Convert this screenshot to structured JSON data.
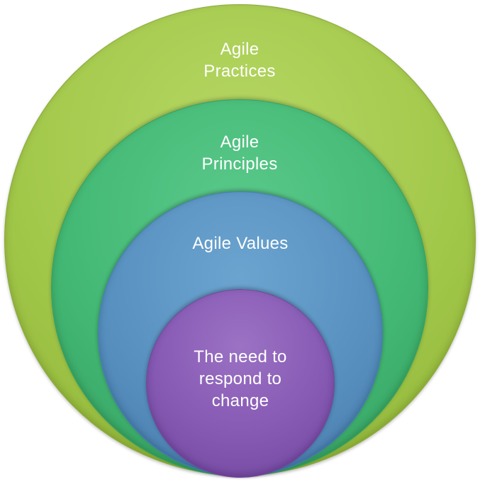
{
  "diagram": {
    "layers": [
      {
        "label": "Agile\nPractices",
        "color": "#a2c84a"
      },
      {
        "label": "Agile\nPrinciples",
        "color": "#43b874"
      },
      {
        "label": "Agile Values",
        "color": "#5891c0"
      },
      {
        "label": "The need to\nrespond to\nchange",
        "color": "#8659b3"
      }
    ]
  }
}
